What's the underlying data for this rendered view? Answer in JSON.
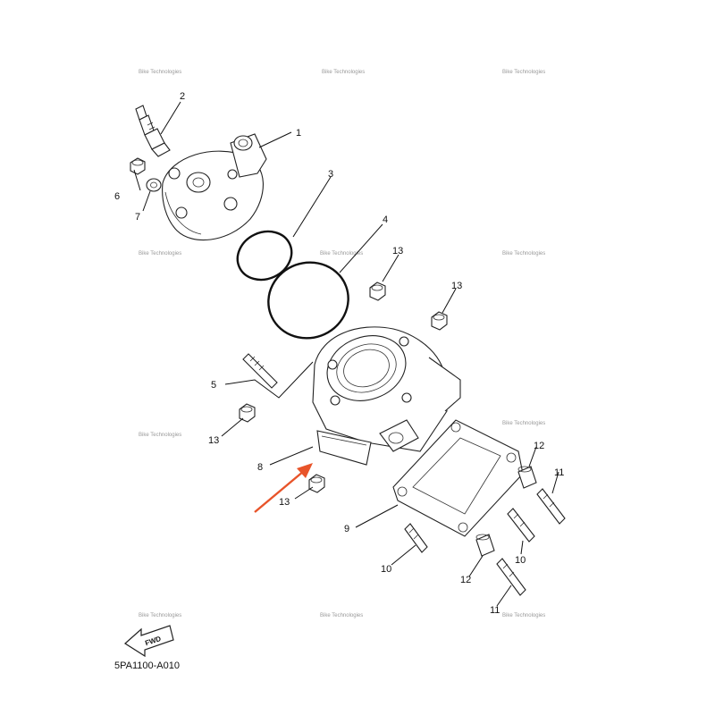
{
  "diagram_code": "5PA1100-A010",
  "fwd_label": "FWD",
  "watermark_text": "Bike Technologies",
  "callouts": {
    "c1": "1",
    "c2": "2",
    "c3": "3",
    "c4": "4",
    "c5": "5",
    "c6": "6",
    "c7": "7",
    "c8": "8",
    "c9": "9",
    "c10a": "10",
    "c10b": "10",
    "c11a": "11",
    "c11b": "11",
    "c12a": "12",
    "c12b": "12",
    "c13a": "13",
    "c13b": "13",
    "c13c": "13",
    "c13d": "13"
  },
  "colors": {
    "highlight_arrow": "#e8542a",
    "line": "#111111"
  }
}
